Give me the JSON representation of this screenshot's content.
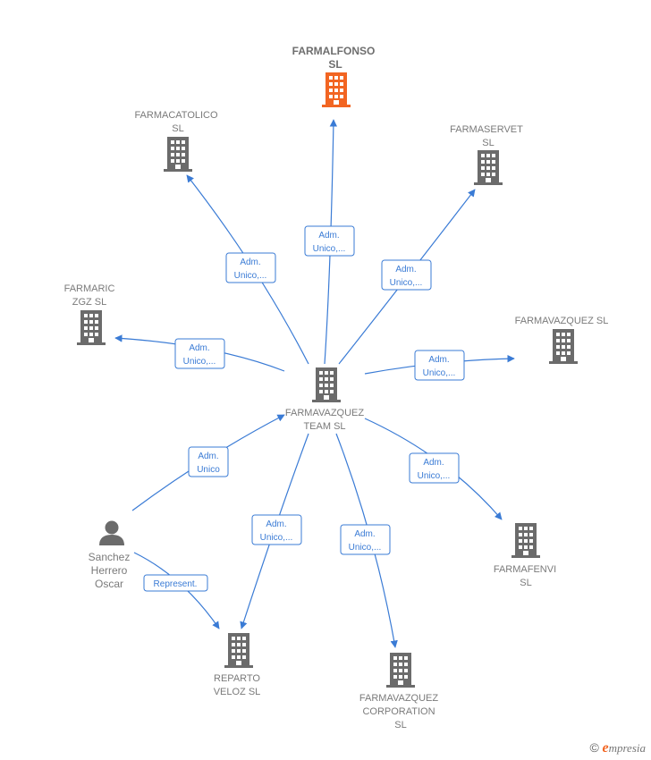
{
  "colors": {
    "edge": "#3a7bd5",
    "building": "#6b6b6b",
    "building_highlight": "#f26522",
    "person": "#6b6b6b",
    "label": "#7a7a7a"
  },
  "nodes": {
    "farmalfonso": {
      "lines": [
        "FARMALFONSO",
        "SL"
      ],
      "icon": "building-icon"
    },
    "farmacatolico": {
      "lines": [
        "FARMACATOLICO",
        "SL"
      ],
      "icon": "building-icon"
    },
    "farmaservet": {
      "lines": [
        "FARMASERVET",
        "SL"
      ],
      "icon": "building-icon"
    },
    "farmaric": {
      "lines": [
        "FARMARIC",
        "ZGZ  SL"
      ],
      "icon": "building-icon"
    },
    "farmavazquez": {
      "lines": [
        "FARMAVAZQUEZ SL"
      ],
      "icon": "building-icon"
    },
    "farmavazquez_team": {
      "lines": [
        "FARMAVAZQUEZ",
        "TEAM  SL"
      ],
      "icon": "building-icon"
    },
    "farmafenvi": {
      "lines": [
        "FARMAFENVI",
        "SL"
      ],
      "icon": "building-icon"
    },
    "reparto_veloz": {
      "lines": [
        "REPARTO",
        "VELOZ  SL"
      ],
      "icon": "building-icon"
    },
    "farmavazquez_corp": {
      "lines": [
        "FARMAVAZQUEZ",
        "CORPORATION",
        "SL"
      ],
      "icon": "building-icon"
    },
    "sanchez": {
      "lines": [
        "Sanchez",
        "Herrero",
        "Oscar"
      ],
      "icon": "person-icon"
    }
  },
  "edges": {
    "to_farmalfonso": [
      "Adm.",
      "Unico,..."
    ],
    "to_farmacatolico": [
      "Adm.",
      "Unico,..."
    ],
    "to_farmaservet": [
      "Adm.",
      "Unico,..."
    ],
    "to_farmaric": [
      "Adm.",
      "Unico,..."
    ],
    "to_farmavazquez": [
      "Adm.",
      "Unico,..."
    ],
    "to_farmafenvi": [
      "Adm.",
      "Unico,..."
    ],
    "to_reparto": [
      "Adm.",
      "Unico,..."
    ],
    "to_corporation": [
      "Adm.",
      "Unico,..."
    ],
    "sanchez_to_team": [
      "Adm.",
      "Unico"
    ],
    "sanchez_to_reparto": [
      "Represent."
    ]
  },
  "footer": {
    "copyright": "©",
    "brand_initial": "e",
    "brand_rest": "mpresia"
  }
}
